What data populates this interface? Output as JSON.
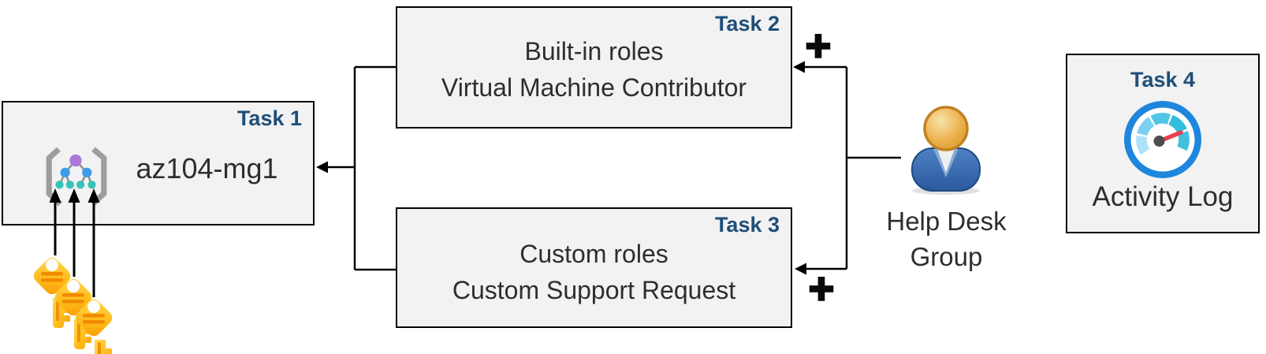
{
  "diagram": {
    "title_context": "Azure RBAC lab diagram",
    "nodes": {
      "task1": {
        "badge": "Task 1",
        "title": "az104-mg1",
        "icon": "management-group-icon"
      },
      "task2": {
        "badge": "Task 2",
        "lines": [
          "Built-in roles",
          "Virtual Machine Contributor"
        ]
      },
      "task3": {
        "badge": "Task 3",
        "lines": [
          "Custom roles",
          "Custom Support Request"
        ]
      },
      "task4": {
        "badge": "Task 4",
        "title": "Activity Log",
        "icon": "gauge-icon"
      },
      "help_desk_group": {
        "lines": [
          "Help Desk",
          "Group"
        ],
        "icon": "person-icon"
      },
      "keys": {
        "icon": "keys-icon",
        "count": 3
      }
    },
    "operators": {
      "plus_top": "+",
      "plus_bottom": "+"
    },
    "colors": {
      "badge_text": "#1F4E79",
      "box_fill": "#F2F2F2",
      "box_border": "#000000",
      "body_text": "#2E2E2E",
      "connector": "#000000",
      "key_gold_light": "#FFD44F",
      "key_gold_dark": "#F99B00",
      "key_detail": "#F18A00",
      "mg_bracket_gray": "#9D9D9D",
      "mg_purple": "#AB79DA",
      "mg_blue": "#3D9BE9",
      "mg_teal": "#36C3B8",
      "person_body_blue": "#2B5A9D",
      "person_head_gold": "#ECB04A",
      "gauge_ring_blue": "#1E86DC",
      "gauge_needle_red": "#E9404E"
    }
  }
}
